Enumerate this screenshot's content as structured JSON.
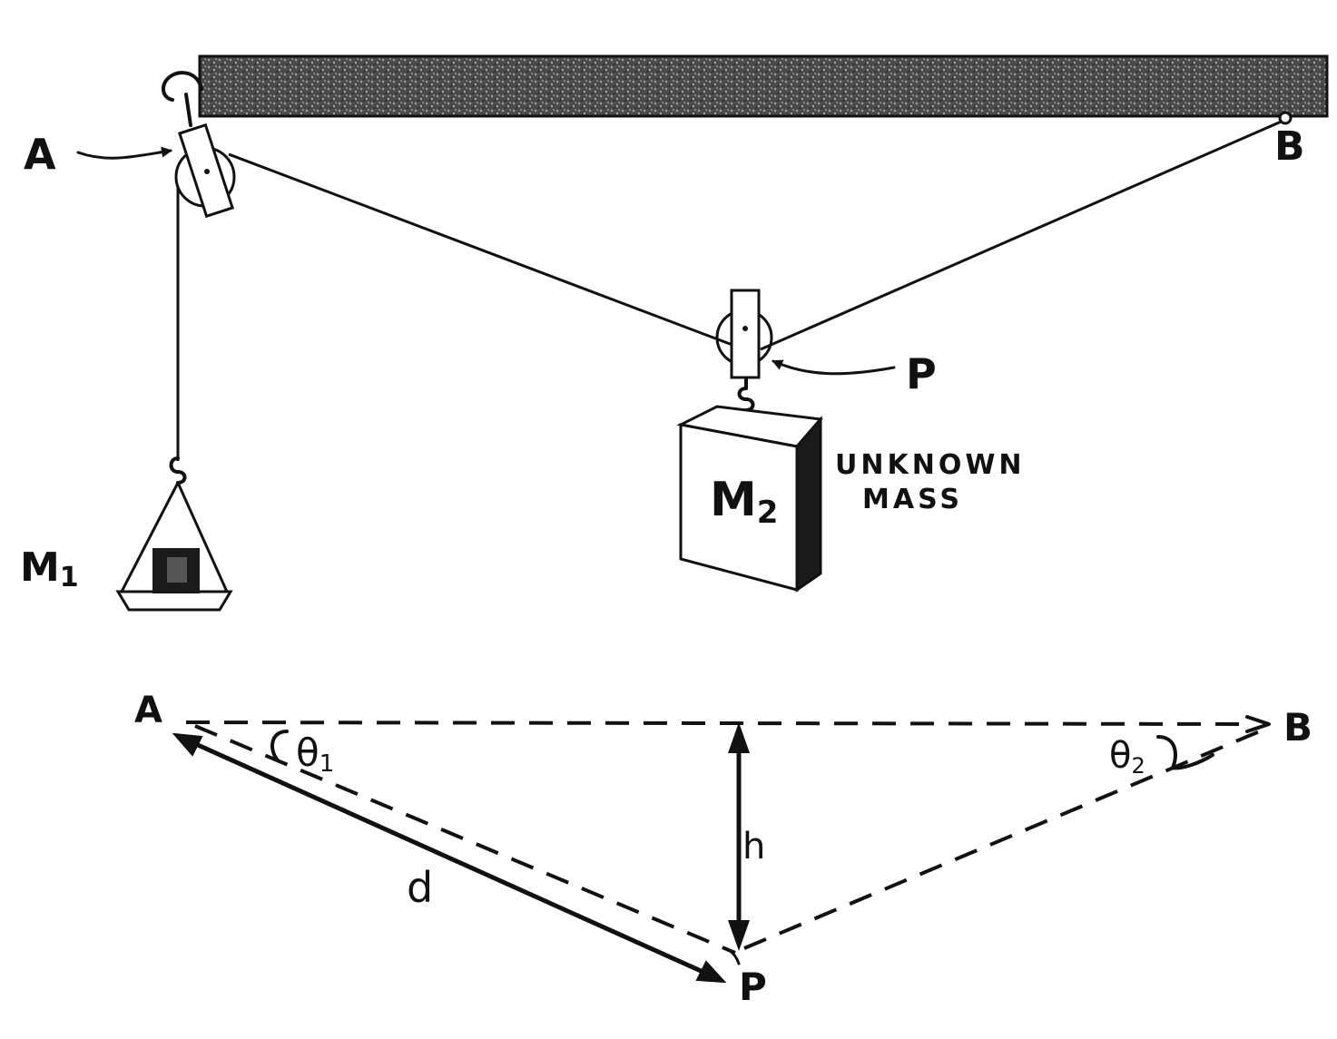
{
  "top_diagram": {
    "label_A": "A",
    "label_B": "B",
    "label_P": "P",
    "label_M1": "M",
    "label_M1_sub": "1",
    "label_M2": "M",
    "label_M2_sub": "2",
    "unknown_line1": "UNKNOWN",
    "unknown_line2": "MASS"
  },
  "bottom_diagram": {
    "label_A": "A",
    "label_B": "B",
    "label_P": "P",
    "theta1": "θ",
    "theta1_sub": "1",
    "theta2": "θ",
    "theta2_sub": "2",
    "label_h": "h",
    "label_d": "d"
  },
  "colors": {
    "ink": "#111111",
    "ceiling": "#5a5a5a",
    "background": "#ffffff"
  }
}
